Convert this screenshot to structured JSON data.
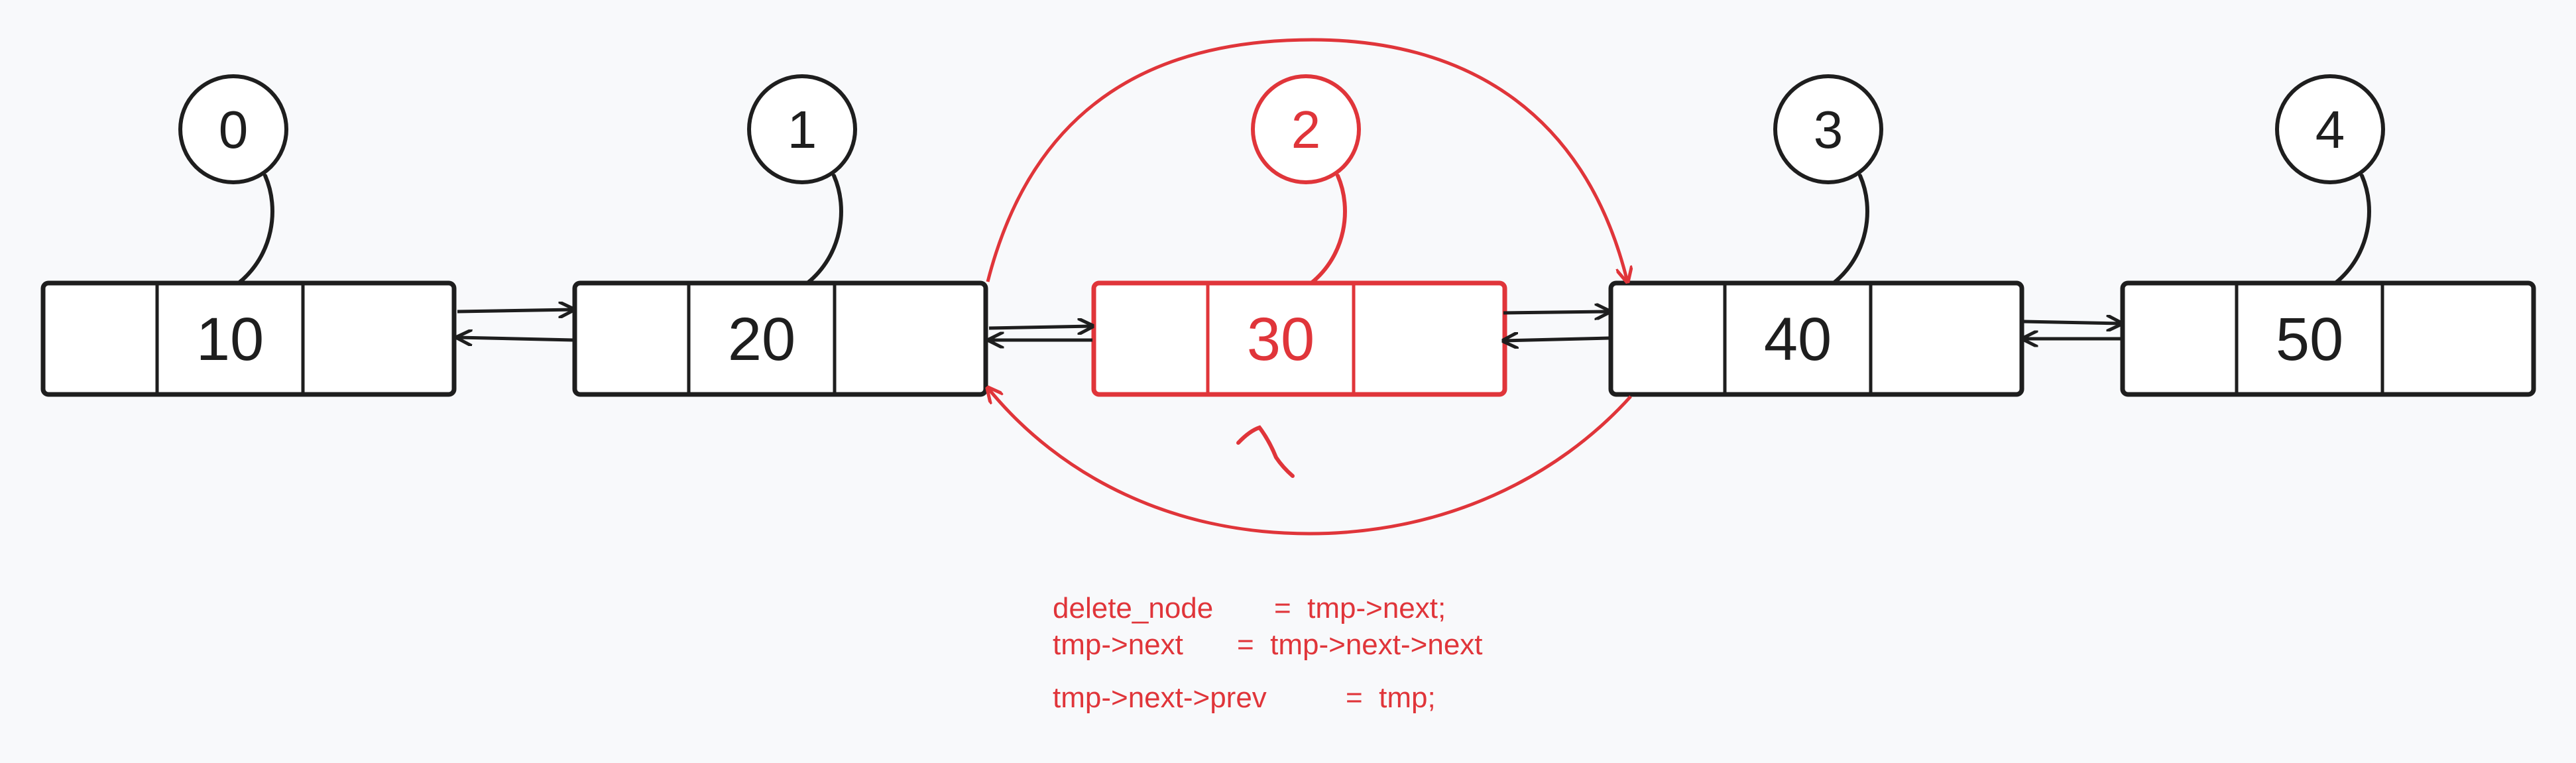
{
  "colors": {
    "ink": "#1e1e1e",
    "highlight": "#e0353a",
    "background": "#f8f9fb"
  },
  "nodes": [
    {
      "index": "0",
      "value": "10",
      "removed": false
    },
    {
      "index": "1",
      "value": "20",
      "removed": false
    },
    {
      "index": "2",
      "value": "30",
      "removed": true
    },
    {
      "index": "3",
      "value": "40",
      "removed": false
    },
    {
      "index": "4",
      "value": "50",
      "removed": false
    }
  ],
  "code": {
    "line1_lhs": "delete_node",
    "line1_rhs": "=  tmp->next;",
    "line2_lhs": "tmp->next",
    "line2_rhs": "=  tmp->next->next",
    "line3_lhs": "tmp->next->prev",
    "line3_rhs": "=  tmp;"
  }
}
